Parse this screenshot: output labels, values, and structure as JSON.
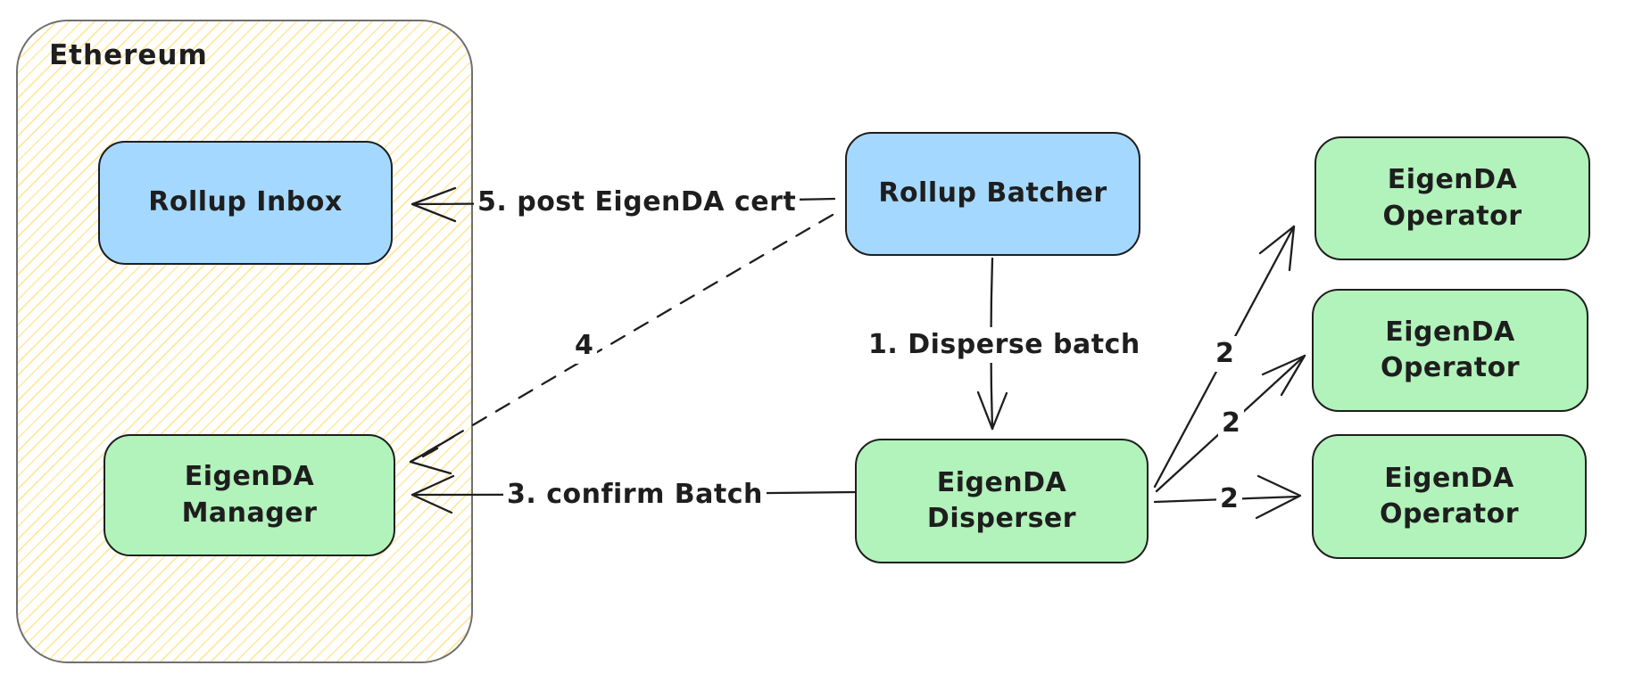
{
  "diagram": {
    "title_context": "EigenDA rollup data flow",
    "container": {
      "label": "Ethereum"
    },
    "nodes": {
      "rollup_inbox": {
        "label": "Rollup Inbox",
        "color": "#a5d8ff"
      },
      "eigenda_manager": {
        "label": "EigenDA\nManager",
        "color": "#b2f2bb"
      },
      "rollup_batcher": {
        "label": "Rollup Batcher",
        "color": "#a5d8ff"
      },
      "eigenda_disperser": {
        "label": "EigenDA\nDisperser",
        "color": "#b2f2bb"
      },
      "operator_1": {
        "label": "EigenDA Operator",
        "color": "#b2f2bb"
      },
      "operator_2": {
        "label": "EigenDA Operator",
        "color": "#b2f2bb"
      },
      "operator_3": {
        "label": "EigenDA Operator",
        "color": "#b2f2bb"
      }
    },
    "edges": {
      "disperse_batch": {
        "label": "1. Disperse batch",
        "from": "rollup_batcher",
        "to": "eigenda_disperser",
        "style": "solid"
      },
      "store_chunks_1": {
        "label": "2",
        "from": "eigenda_disperser",
        "to": "operator_1",
        "style": "solid"
      },
      "store_chunks_2": {
        "label": "2",
        "from": "eigenda_disperser",
        "to": "operator_2",
        "style": "solid"
      },
      "store_chunks_3": {
        "label": "2",
        "from": "eigenda_disperser",
        "to": "operator_3",
        "style": "solid"
      },
      "confirm_batch": {
        "label": "3. confirm Batch",
        "from": "eigenda_disperser",
        "to": "eigenda_manager",
        "style": "solid"
      },
      "step_4": {
        "label": "4",
        "from": "rollup_batcher",
        "to": "eigenda_manager",
        "style": "dashed"
      },
      "post_cert": {
        "label": "5. post EigenDA cert",
        "from": "rollup_batcher",
        "to": "rollup_inbox",
        "style": "solid"
      }
    },
    "colors": {
      "node_blue": "#a5d8ff",
      "node_green": "#b2f2bb",
      "stroke": "#1e1e1e",
      "container_stroke": "#6f6f6f",
      "hatch_yellow": "#ffe8a0",
      "background": "#ffffff"
    }
  }
}
